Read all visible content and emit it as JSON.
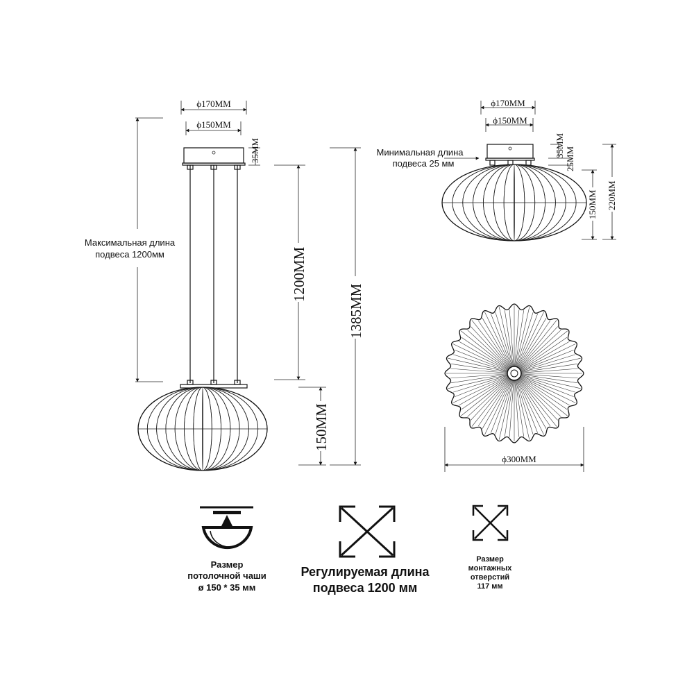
{
  "front_view": {
    "top_outer_diameter": "ϕ170MM",
    "top_inner_diameter": "ϕ150MM",
    "canopy_height": "35MM",
    "max_length_label_line1": "Максимальная длина",
    "max_length_label_line2": "подвеса 1200мм",
    "cable_length": "1200MM",
    "total_height": "1385MM",
    "shade_height": "150MM"
  },
  "side_view": {
    "top_outer_diameter": "ϕ170MM",
    "top_inner_diameter": "ϕ150MM",
    "min_length_label_line1": "Минимальная длина",
    "min_length_label_line2": "подвеса 25 мм",
    "canopy_height": "35MM",
    "gap_height": "25MM",
    "shade_height": "150MM",
    "total_height": "220MM"
  },
  "top_view": {
    "diameter": "ϕ300MM"
  },
  "legend": [
    {
      "icon": "ceiling-bowl-icon",
      "line1": "Размер",
      "line2": "потолочной чаши",
      "line3": "ø 150 * 35 мм"
    },
    {
      "icon": "adjustable-length-icon",
      "line1": "Регулируемая длина",
      "line2": "подвеса 1200 мм"
    },
    {
      "icon": "mounting-holes-icon",
      "line1": "Размер",
      "line2": "монтажных",
      "line3": "отверстий",
      "line4": "117 мм"
    }
  ]
}
